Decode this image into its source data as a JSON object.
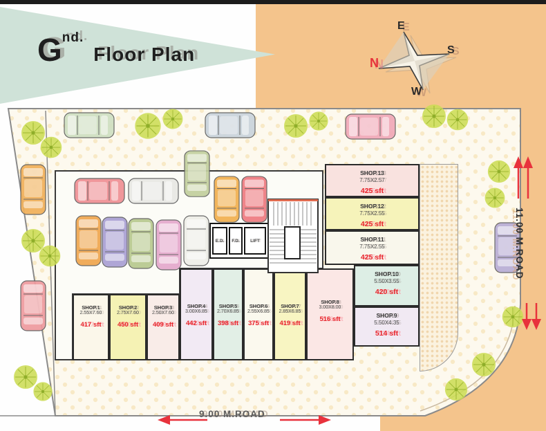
{
  "title": {
    "g": "G",
    "sup": "nd.",
    "rest": "Floor Plan"
  },
  "compass": {
    "north": "N",
    "east": "E",
    "south": "S",
    "west": "W"
  },
  "roads": {
    "bottom": "9.00 M.ROAD",
    "right": "11.00 M.ROAD"
  },
  "lobby": {
    "ed": "E.D.",
    "fd": "F.D.",
    "lift": "LIFT"
  },
  "shops": [
    {
      "name": "SHOP.1",
      "dim": "2.55X7.60",
      "area": "417 sft"
    },
    {
      "name": "SHOP.2",
      "dim": "2.75X7.60",
      "area": "450 sft"
    },
    {
      "name": "SHOP.3",
      "dim": "2.50X7.60",
      "area": "409 sft"
    },
    {
      "name": "SHOP.4",
      "dim": "3.00X6.85",
      "area": "442 sft"
    },
    {
      "name": "SHOP.5",
      "dim": "2.70X6.85",
      "area": "398 sft"
    },
    {
      "name": "SHOP.6",
      "dim": "2.55X6.85",
      "area": "375 sft"
    },
    {
      "name": "SHOP.7",
      "dim": "2.85X6.85",
      "area": "419 sft"
    },
    {
      "name": "SHOP.8",
      "dim": "3.00X8.00",
      "area": "516 sft"
    },
    {
      "name": "SHOP.9",
      "dim": "5.50X4.35",
      "area": "514 sft"
    },
    {
      "name": "SHOP.10",
      "dim": "5.50X3.55",
      "area": "420 sft"
    },
    {
      "name": "SHOP.11",
      "dim": "7.75X2.55",
      "area": "425 sft"
    },
    {
      "name": "SHOP.12",
      "dim": "7.75X2.55",
      "area": "425 sft"
    },
    {
      "name": "SHOP.13",
      "dim": "7.75X2.57",
      "area": "425 sft"
    }
  ],
  "colors": {
    "accent_red": "#e8252c",
    "road_orange": "#f4c48c",
    "banner_teal": "#cfe2d8",
    "plot_cream": "#fdf9ee"
  }
}
